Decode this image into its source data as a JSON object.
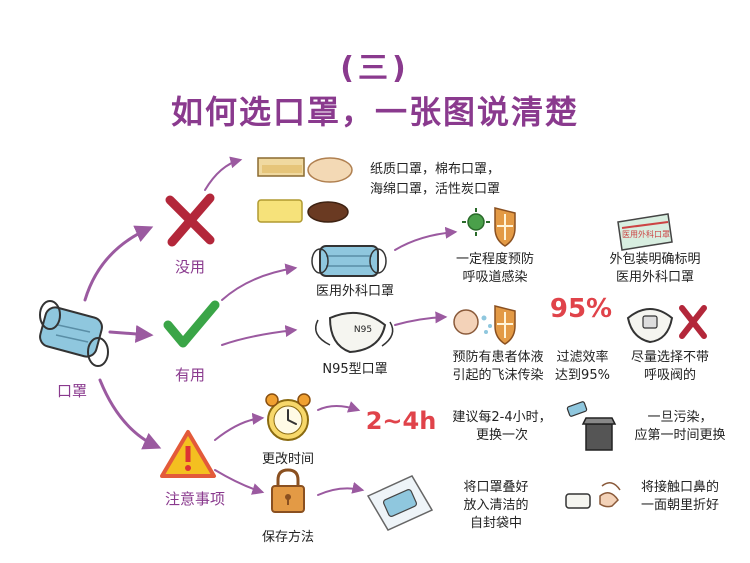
{
  "header": {
    "section": "(三)",
    "title": "如何选口罩，一张图说清楚"
  },
  "root": {
    "label": "口罩"
  },
  "branches": {
    "useless": {
      "label": "没用",
      "items_line1": "纸质口罩，棉布口罩，",
      "items_line2": "海绵口罩，活性炭口罩"
    },
    "useful": {
      "label": "有用"
    },
    "notes": {
      "label": "注意事项"
    }
  },
  "surgical": {
    "label": "医用外科口罩",
    "effect_line1": "一定程度预防",
    "effect_line2": "呼吸道感染",
    "package_line1": "外包装明确标明",
    "package_line2": "医用外科口罩",
    "package_text": "医用外科口罩"
  },
  "n95": {
    "label": "N95型口罩",
    "mask_text": "N95",
    "effect_line1": "预防有患者体液",
    "effect_line2": "引起的飞沫传染",
    "filter_number": "95%",
    "filter_line1": "过滤效率",
    "filter_line2": "达到95%",
    "valve_line1": "尽量选择不带",
    "valve_line2": "呼吸阀的"
  },
  "change": {
    "label": "更改时间",
    "duration": "2~4h",
    "advice_line1": "建议每2-4小时，",
    "advice_line2": "更换一次",
    "dirty_line1": "一旦污染，",
    "dirty_line2": "应第一时间更换"
  },
  "store": {
    "label": "保存方法",
    "bag_line1": "将口罩叠好",
    "bag_line2": "放入清洁的",
    "bag_line3": "自封袋中",
    "fold_line1": "将接触口鼻的",
    "fold_line2": "一面朝里折好"
  },
  "colors": {
    "accent": "#8a3a8e",
    "arrow": "#9b5aa0",
    "mask": "#8fc7de",
    "cross": "#b3273a",
    "check": "#3aa547",
    "warning": "#e35a3a"
  }
}
